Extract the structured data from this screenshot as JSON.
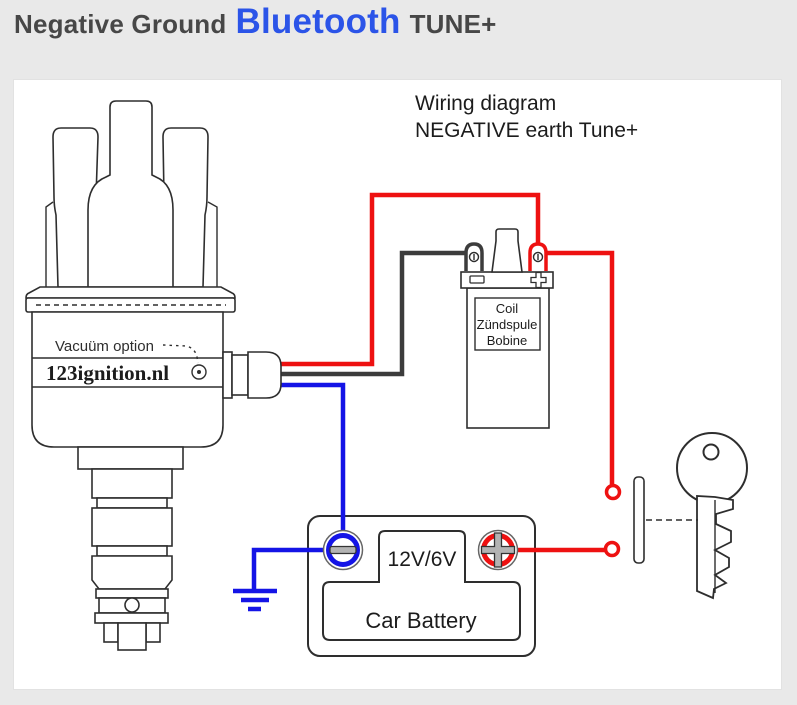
{
  "header": {
    "prefix": "Negative Ground",
    "highlight": "Bluetooth",
    "suffix": "TUNE+",
    "highlight_color": "#2b54e8"
  },
  "diagram": {
    "title_line1": "Wiring diagram",
    "title_line2": "NEGATIVE earth Tune+",
    "distributor": {
      "vacuum_label": "Vacuüm option",
      "brand": "123ignition.nl"
    },
    "coil": {
      "line1": "Coil",
      "line2": "Zündspule",
      "line3": "Bobine",
      "minus_mark": "−",
      "plus_mark": "+"
    },
    "battery": {
      "voltage": "12V/6V",
      "label": "Car Battery"
    },
    "colors": {
      "wire_red": "#ee1111",
      "wire_blue": "#1414e6",
      "wire_dark": "#3c3c3c"
    }
  }
}
